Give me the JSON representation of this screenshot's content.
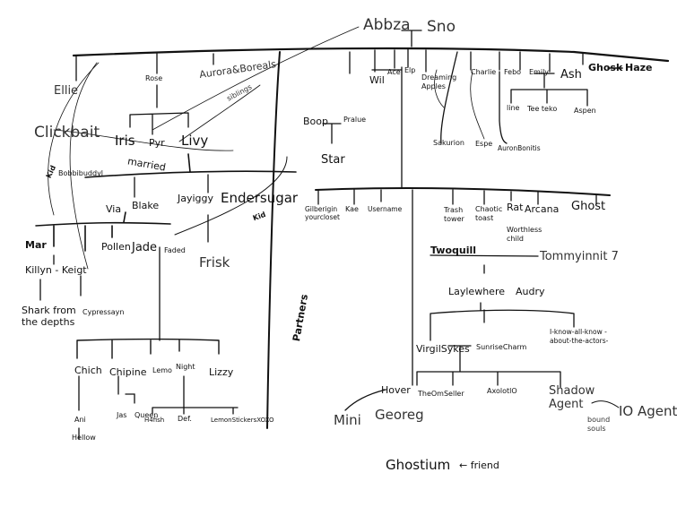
{
  "nodes": {
    "abbza": "Abbza",
    "sno": "Sno",
    "ellie": "Ellie",
    "rose": "Rose",
    "aurora": "Aurora&Boreals",
    "siblings": "siblings",
    "clickbait": "Clickbait",
    "kid1": "Kid",
    "iris": "Iris",
    "pyr": "Pyr",
    "livy": "Livy",
    "married": "married",
    "bobbybuddy": "Bobbibuddyl",
    "via": "Via",
    "blake": "Blake",
    "jayiggy": "Jayiggy",
    "endersugar": "Endersugar",
    "kid2": "Kid",
    "mar": "Mar",
    "pollen": "Pollen",
    "jade": "Jade",
    "faded": "Faded",
    "frisk": "Frisk",
    "killyn_keigt": "Killyn - Keigt",
    "shark": "Shark from the depths",
    "cypress": "Cypressayn",
    "chich": "Chich",
    "chipine": "Chipine",
    "lemo": "Lemo",
    "night": "Night",
    "lizzy": "Lizzy",
    "ani": "Ani",
    "jas": "Jas",
    "queen": "Queen",
    "hellow": "Hellow",
    "h4fish": "H4fish",
    "def": "Def.",
    "lemon": "LemonStickersXOXO",
    "wil": "Wil",
    "ace": "Ace",
    "elp": "Elp",
    "dreaming_apples": "Dreaming Apples",
    "charlie": "Charlie",
    "febo": "Febo",
    "emily": "Emily",
    "ash": "Ash",
    "ghosk": "Ghosk",
    "haze": "Haze",
    "line": "line",
    "teeteko": "Tee teko",
    "aspen": "Aspen",
    "sakurion": "Sakurion",
    "espe": "Espe",
    "aurorabonitis": "AuronBonitis",
    "boop": "Boop",
    "pralue": "Pralue",
    "star": "Star",
    "partners": "Partners",
    "gilberigin": "Gilberigin yourcloset",
    "kae": "Kae",
    "username": "Username",
    "trash_tower": "Trash tower",
    "chaotic_toast": "Chaotic toast",
    "rat": "Rat",
    "arcana": "Arcana",
    "ghost": "Ghost",
    "worthless_child": "Worthless child",
    "twoquill": "Twoquill",
    "tommyinnit": "Tommyinnit 7",
    "laylewhere": "Laylewhere",
    "audry": "Audry",
    "i_know": "I-know-all-know -about-the-actors-",
    "virgil_sykes": "VirgilSykes",
    "sunrise": "SunriseCharm",
    "hover": "Hover",
    "theomseller": "TheOmSeller",
    "axolotl0": "AxolotlO",
    "shadow_agent": "Shadow Agent",
    "io_agent": "IO Agent",
    "bound_souls": "bound souls",
    "mini": "Mini",
    "georeg": "Georeg",
    "ghostium": "Ghostium",
    "friend": "← friend"
  }
}
